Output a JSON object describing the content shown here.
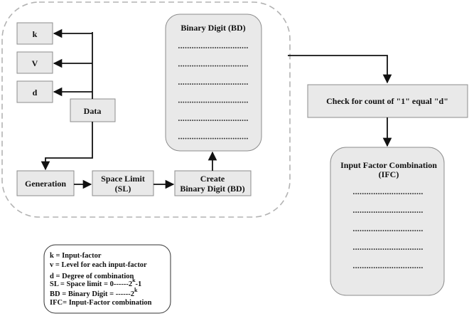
{
  "nodes": {
    "k": "k",
    "v": "V",
    "d": "d",
    "data": "Data",
    "generation": "Generation",
    "space_limit": [
      "Space Limit",
      "(SL)"
    ],
    "create_bd": [
      "Create",
      "Binary Digit (BD)"
    ],
    "bd_panel_title": "Binary Digit (BD)",
    "check": "Check for count of \"1\" equal \"d\"",
    "ifc_title": [
      "Input Factor Combination",
      "(IFC)"
    ]
  },
  "dotted_line": "...............................",
  "bd_rows": 6,
  "ifc_rows": 5,
  "legend": {
    "k_line": "k = Input-factor",
    "v_line": "v = Level for each input-factor",
    "d_line": "d = Degree of combination",
    "sl_prefix": "SL = Space limit = 0------2",
    "sl_sup": "k",
    "sl_suffix": "-1",
    "bd_prefix": "BD = Binary Digit = ------2",
    "bd_sup": "k",
    "ifc_line": "IFC= Input-Factor combination"
  }
}
